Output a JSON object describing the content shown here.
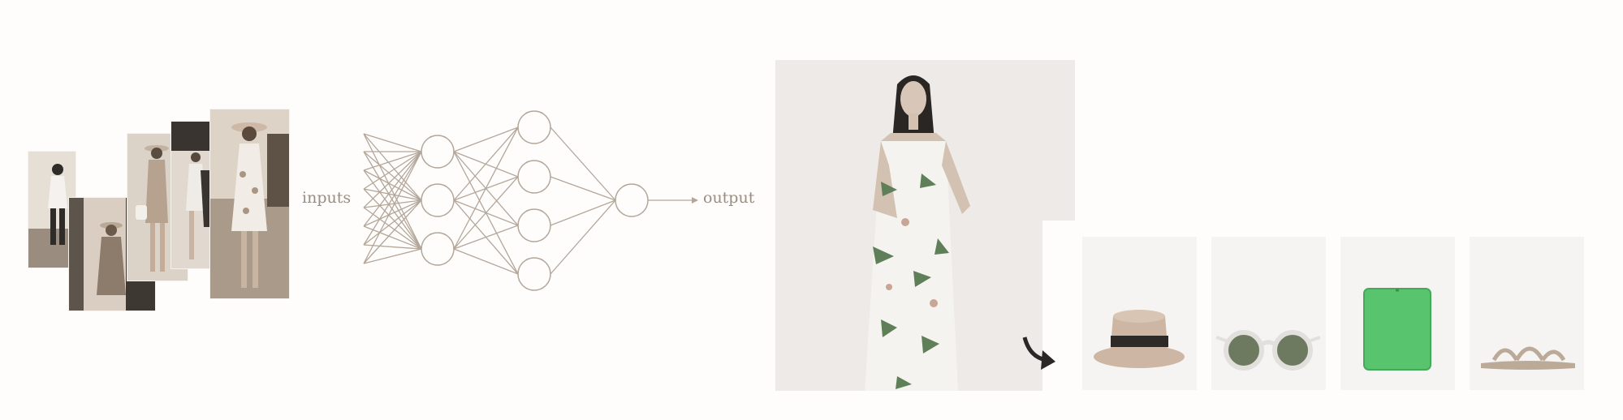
{
  "labels": {
    "inputs": "inputs",
    "output": "output"
  },
  "network": {
    "layers": [
      8,
      3,
      4,
      1
    ]
  },
  "colors": {
    "line": "#b3a699",
    "text": "#9a8d80",
    "sepia_bg": "#ece6df",
    "bag_green": "#58c46e",
    "hat_band": "#2d2a28",
    "hat_straw": "#cdb7a4",
    "lens": "#6d7a5f",
    "arrow": "#2a2727"
  },
  "products": [
    "hat-icon",
    "sunglasses-icon",
    "wallet-icon",
    "sandal-icon"
  ]
}
